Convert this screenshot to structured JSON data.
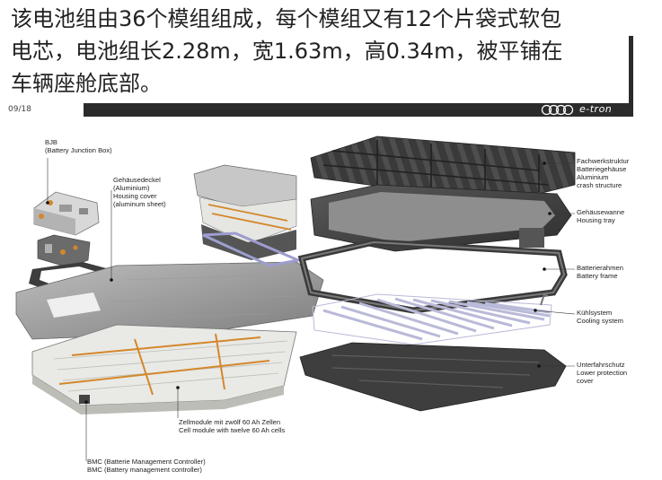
{
  "header": {
    "lines": [
      "该电池组由36个模组组成，每个模组又有12个片袋式软包",
      "电芯，电池组长2.28m，宽1.63m，高0.34m，被平铺在",
      "车辆座舱底部。"
    ],
    "page_number": "09/18",
    "brand": "e-tron",
    "logo_icon": "audi-rings-icon"
  },
  "labels": {
    "bjb": [
      "BJB",
      "(Battery Junction Box)"
    ],
    "housing_cover": [
      "Gehäusedeckel",
      "(Aluminium)",
      "Housing cover",
      "(aluminum sheet)"
    ],
    "crash_structure": [
      "Fachwerkstruktur",
      "Batteriegehäuse",
      "Aluminium",
      "crash structure"
    ],
    "housing_tray": [
      "Gehäusewanne",
      "Housing tray"
    ],
    "battery_frame": [
      "Batterierahmen",
      "Battery frame"
    ],
    "cooling": [
      "Kühlsystem",
      "Cooling system"
    ],
    "lower_protection": [
      "Unterfahrschutz",
      "Lower protection",
      "cover"
    ],
    "cell_module": [
      "Zellmodule mit zwölf 60 Ah Zellen",
      "Cell module with twelve 60 Ah cells"
    ],
    "bmc": [
      "BMC (Batterie Management Controller)",
      "BMC (Battery management controller)"
    ]
  },
  "colors": {
    "metal_dark": "#3c3c3c",
    "metal_mid": "#8c8c8c",
    "metal_light": "#c9c9c9",
    "cell_white": "#e9e9e6",
    "copper": "#d4872a",
    "cooling_tube": "#b9b9d8",
    "header_bar": "#2b2b2b"
  }
}
